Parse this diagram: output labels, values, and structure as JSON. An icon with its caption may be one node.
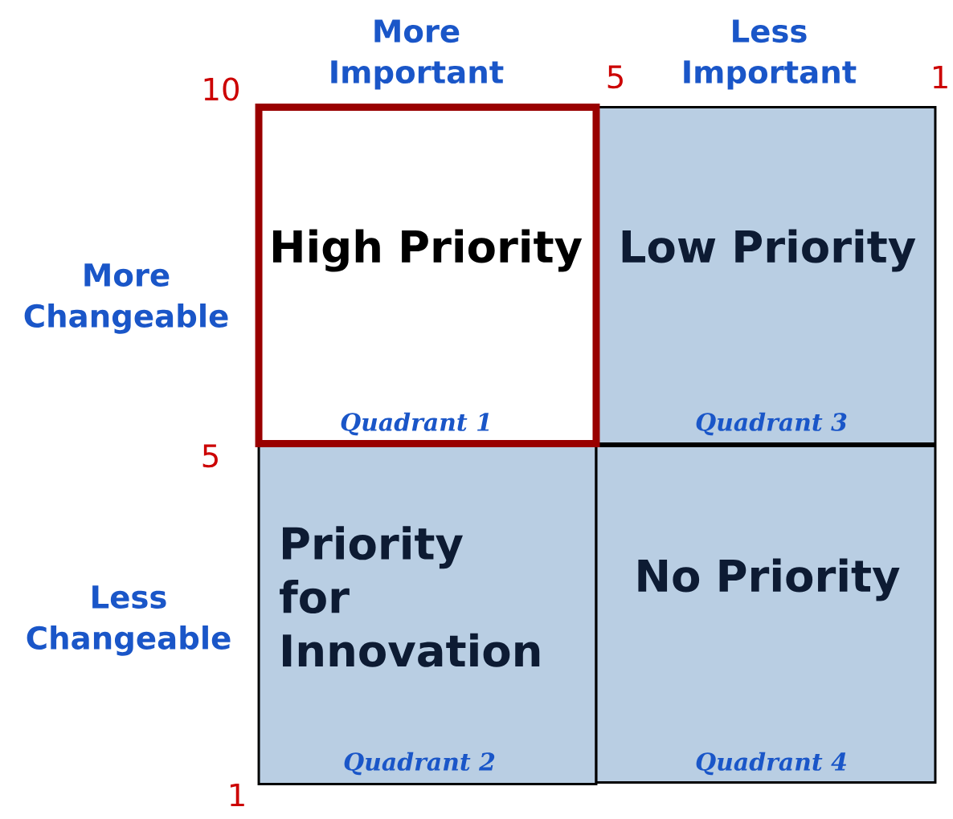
{
  "diagram": {
    "nodes": [
      {
        "text": [
          "High Priority",
          "Quadrant 1"
        ]
      },
      {
        "text": [
          "Low Priority",
          "Quadrant 3"
        ]
      },
      {
        "text": [
          "Priority for Innovation",
          "Quadrant 2"
        ]
      },
      {
        "text": [
          "No Priority",
          "Quadrant 4"
        ]
      }
    ],
    "labels": [
      "More Important",
      "Less Important",
      "10",
      "5",
      "1",
      "More Changeable",
      "5",
      "Less Changeable",
      "1"
    ]
  }
}
